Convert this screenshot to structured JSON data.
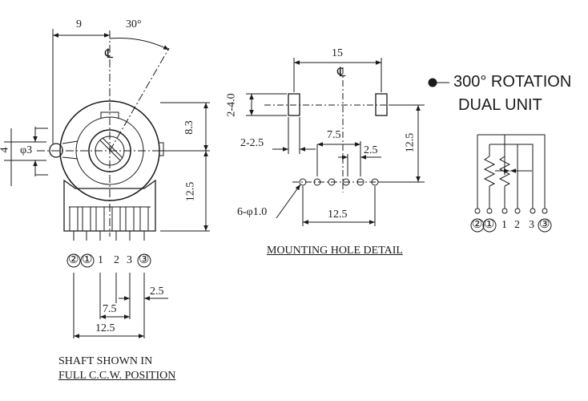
{
  "notes": {
    "rotation": "300° ROTATION",
    "unit": "DUAL UNIT",
    "mounting_caption": "MOUNTING HOLE DETAIL",
    "shaft_caption_line1": "SHAFT SHOWN IN",
    "shaft_caption_line2": "FULL C.C.W. POSITION"
  },
  "front_view": {
    "dim_top_left": "9",
    "dim_angle": "30°",
    "centerline": "℄",
    "dim_shaft_dia": "φ3",
    "dim_shaft_len": "4",
    "dim_upper_height": "8.3",
    "dim_lower_height": "12.5",
    "dim_pin_pitch": "2.5",
    "dim_mid_span": "7.5",
    "dim_total_span": "12.5",
    "pin_labels": [
      "②",
      "①",
      "1",
      "2",
      "3",
      "③"
    ]
  },
  "mounting_detail": {
    "dim_width": "15",
    "centerline": "℄",
    "dim_slot": "2-4.0",
    "dim_slot_width": "2-2.5",
    "dim_mid": "7.5",
    "dim_pitch": "2.5",
    "dim_height": "12.5",
    "dim_holes": "6-φ1.0",
    "dim_hole_span": "12.5"
  },
  "schematic": {
    "pin_labels": [
      "②",
      "①",
      "1",
      "2",
      "3",
      "③"
    ]
  }
}
